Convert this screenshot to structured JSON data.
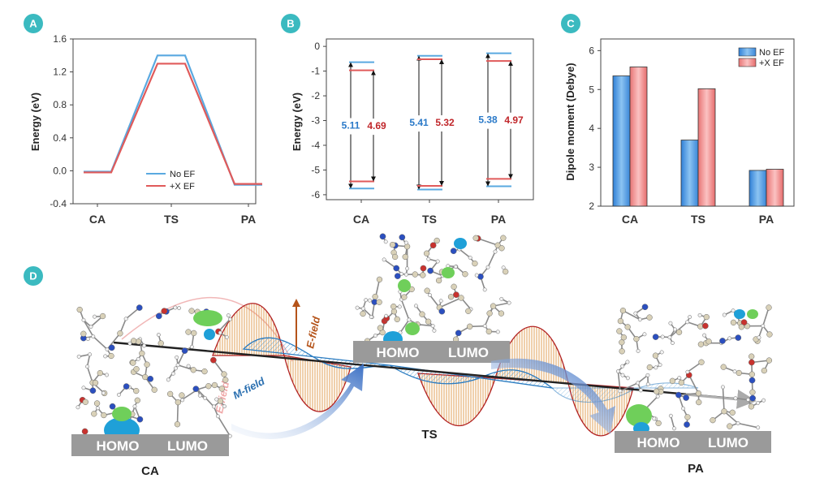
{
  "colors": {
    "no_ef": "#5aa9e0",
    "x_ef": "#e05a5a",
    "badge": "#3bbac0",
    "orbital_bar": "#9a9a9a",
    "e_field": "#b5541a",
    "m_field": "#2a6fb0"
  },
  "panels": {
    "a": {
      "badge": "A"
    },
    "b": {
      "badge": "B"
    },
    "c": {
      "badge": "C"
    },
    "d": {
      "badge": "D"
    }
  },
  "chart_data": [
    {
      "type": "line",
      "panel": "A",
      "categories": [
        "CA",
        "TS",
        "PA"
      ],
      "ylabel": "Energy (eV)",
      "ylim": [
        -0.4,
        1.6
      ],
      "yticks": [
        "-0.4",
        "0.0",
        "0.4",
        "0.8",
        "1.2",
        "1.6"
      ],
      "series": [
        {
          "name": "No EF",
          "values": [
            -0.01,
            1.4,
            -0.17
          ]
        },
        {
          "name": "+X EF",
          "values": [
            -0.02,
            1.3,
            -0.16
          ]
        }
      ],
      "legend_position": "bottom-right"
    },
    {
      "type": "bar",
      "panel": "B",
      "categories": [
        "CA",
        "TS",
        "PA"
      ],
      "ylabel": "Energy (eV)",
      "ylim": [
        -6.2,
        0.3
      ],
      "yticks": [
        "0",
        "-1",
        "-2",
        "-3",
        "-4",
        "-5",
        "-6"
      ],
      "series": [
        {
          "name": "No EF",
          "lumo": [
            -0.64,
            -0.38,
            -0.28
          ],
          "homo": [
            -5.75,
            -5.79,
            -5.66
          ],
          "gap_labels": [
            "5.11",
            "5.41",
            "5.38"
          ]
        },
        {
          "name": "+X EF",
          "lumo": [
            -0.97,
            -0.52,
            -0.59
          ],
          "homo": [
            -5.46,
            -5.64,
            -5.36
          ],
          "gap_labels": [
            "4.69",
            "5.32",
            "4.97"
          ]
        }
      ]
    },
    {
      "type": "bar",
      "panel": "C",
      "categories": [
        "CA",
        "TS",
        "PA"
      ],
      "ylabel": "Dipole moment (Debye)",
      "ylim": [
        2,
        6.3
      ],
      "yticks": [
        "2",
        "3",
        "4",
        "5",
        "6"
      ],
      "series": [
        {
          "name": "No EF",
          "values": [
            5.35,
            3.7,
            2.92
          ]
        },
        {
          "name": "+X EF",
          "values": [
            5.58,
            5.02,
            2.95
          ]
        }
      ],
      "legend_position": "top-right"
    }
  ],
  "schematic": {
    "states": [
      {
        "label": "CA",
        "homo": "HOMO",
        "lumo": "LUMO"
      },
      {
        "label": "TS",
        "homo": "HOMO",
        "lumo": "LUMO"
      },
      {
        "label": "PA",
        "homo": "HOMO",
        "lumo": "LUMO"
      }
    ],
    "e_field_label": "E-field",
    "m_field_label": "M-field",
    "e_field_label_faint": "E-field"
  }
}
